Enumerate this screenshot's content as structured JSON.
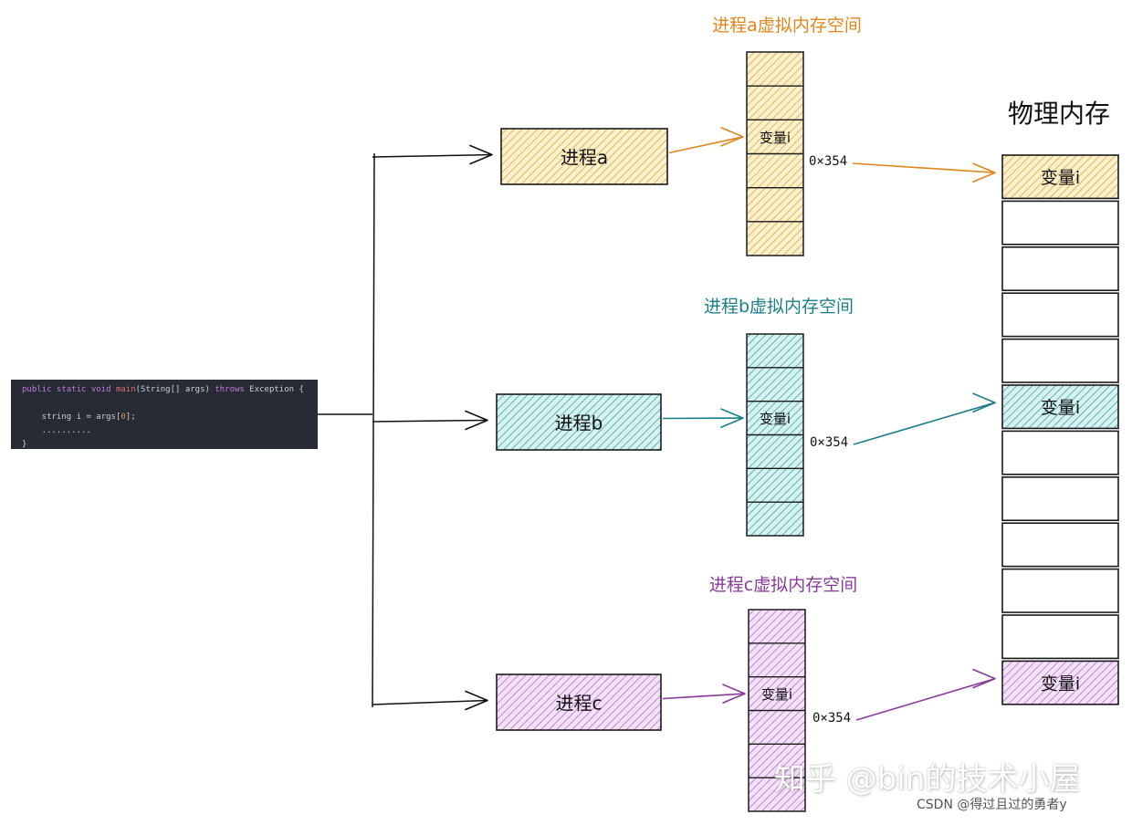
{
  "code": {
    "lines": [
      [
        {
          "t": "public static void ",
          "c": "kw"
        },
        {
          "t": "main",
          "c": "fn"
        },
        {
          "t": "(String[] args) ",
          "c": "plain"
        },
        {
          "t": "throws",
          "c": "kw"
        },
        {
          "t": " Exception {",
          "c": "plain"
        }
      ],
      [],
      [
        {
          "t": "    string i = args[",
          "c": "plain"
        },
        {
          "t": "0",
          "c": "num"
        },
        {
          "t": "];",
          "c": "plain"
        }
      ],
      [
        {
          "t": "    ..........",
          "c": "plain"
        }
      ],
      [
        {
          "t": "}",
          "c": "plain"
        }
      ]
    ]
  },
  "processes": [
    {
      "id": "a",
      "label": "进程a",
      "vm_title": "进程a虚拟内存空间",
      "color": "#e0861a",
      "fill": "#f2d27e",
      "var_label": "变量i",
      "address": "0×354"
    },
    {
      "id": "b",
      "label": "进程b",
      "vm_title": "进程b虚拟内存空间",
      "color": "#1a7f88",
      "fill": "#8fd3d3",
      "var_label": "变量i",
      "address": "0×354"
    },
    {
      "id": "c",
      "label": "进程c",
      "vm_title": "进程c虚拟内存空间",
      "color": "#8a3a9a",
      "fill": "#dcb0e6",
      "var_label": "变量i",
      "address": "0×354"
    }
  ],
  "physical": {
    "title": "物理内存",
    "slots": [
      {
        "label": "变量i",
        "owner": "a"
      },
      {
        "label": "",
        "owner": ""
      },
      {
        "label": "",
        "owner": ""
      },
      {
        "label": "",
        "owner": ""
      },
      {
        "label": "",
        "owner": ""
      },
      {
        "label": "变量i",
        "owner": "b"
      },
      {
        "label": "",
        "owner": ""
      },
      {
        "label": "",
        "owner": ""
      },
      {
        "label": "",
        "owner": ""
      },
      {
        "label": "",
        "owner": ""
      },
      {
        "label": "",
        "owner": ""
      },
      {
        "label": "变量i",
        "owner": "c"
      }
    ]
  },
  "watermark": "知乎 @bin的技术小屋",
  "credit": "CSDN @得过且过的勇者y"
}
